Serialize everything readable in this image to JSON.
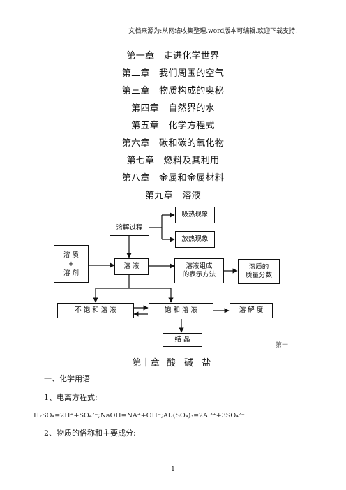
{
  "header": {
    "note": "文档来源为:从网络收集整理.word版本可编辑.欢迎下载支持."
  },
  "chapters": [
    "第一章　走进化学世界",
    "第二章　我们周围的空气",
    "第三章　物质构成的奥秘",
    "第四章　自然界的水",
    "第五章　化学方程式",
    "第六章　碳和碳的氧化物",
    "第七章　燃料及其利用",
    "第八章　金属和金属材料",
    "第九章　溶液"
  ],
  "diagram": {
    "endothermic": "吸热现象",
    "dissolve_process": "溶解过程",
    "exothermic": "放热现象",
    "solute_solvent": [
      "溶 质",
      "+",
      "溶 剂"
    ],
    "solution": "溶 液",
    "composition": [
      "溶液组成",
      "的表示方法"
    ],
    "mass_fraction": [
      "溶质的",
      "质量分数"
    ],
    "unsaturated": "不 饱 和 溶 液",
    "saturated": "饱 和 溶 液",
    "solubility": "溶 解 度",
    "crystallization": "结 晶"
  },
  "side_note": "第十",
  "chapter10": {
    "number": "第十章",
    "title": "酸 碱 盐"
  },
  "sections": {
    "s1": "一、化学用语",
    "s1_1": "1、电离方程式:",
    "s1_2": "2、物质的俗称和主要成分:"
  },
  "formula": {
    "f1": "H₂SO₄=2H⁺+SO₄²⁻",
    "f2": "NaOH=NA⁺+OH⁻",
    "f3": "Al₂(SO₄)₃=2Al³⁺+3SO₄²⁻"
  },
  "page_number": "1"
}
